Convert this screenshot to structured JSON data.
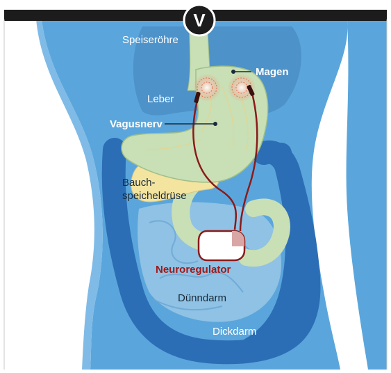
{
  "header": {
    "badge_letter": "V"
  },
  "labels": {
    "speiseroehre": "Speiseröhre",
    "magen": "Magen",
    "leber": "Leber",
    "vagusnerv": "Vagusnerv",
    "bauch_line1": "Bauch-",
    "bauch_line2": "speicheldrüse",
    "neuroregulator": "Neuroregulator",
    "duenndarm": "Dünndarm",
    "dickdarm": "Dickdarm"
  },
  "colors": {
    "body": "#5aa6dc",
    "body_dark": "#4a93cb",
    "colon": "#2c6eb5",
    "small_intestine": "#8fc2e4",
    "stomach": "#c9dfb5",
    "liver": "#4b8ec6",
    "pancreas": "#f3e4a0",
    "lead_wire": "#8b1a1a",
    "header_bar": "#1c1c1c",
    "label_white": "#ffffff",
    "label_dark": "#1a2a3a",
    "neuro_red": "#a01818"
  }
}
